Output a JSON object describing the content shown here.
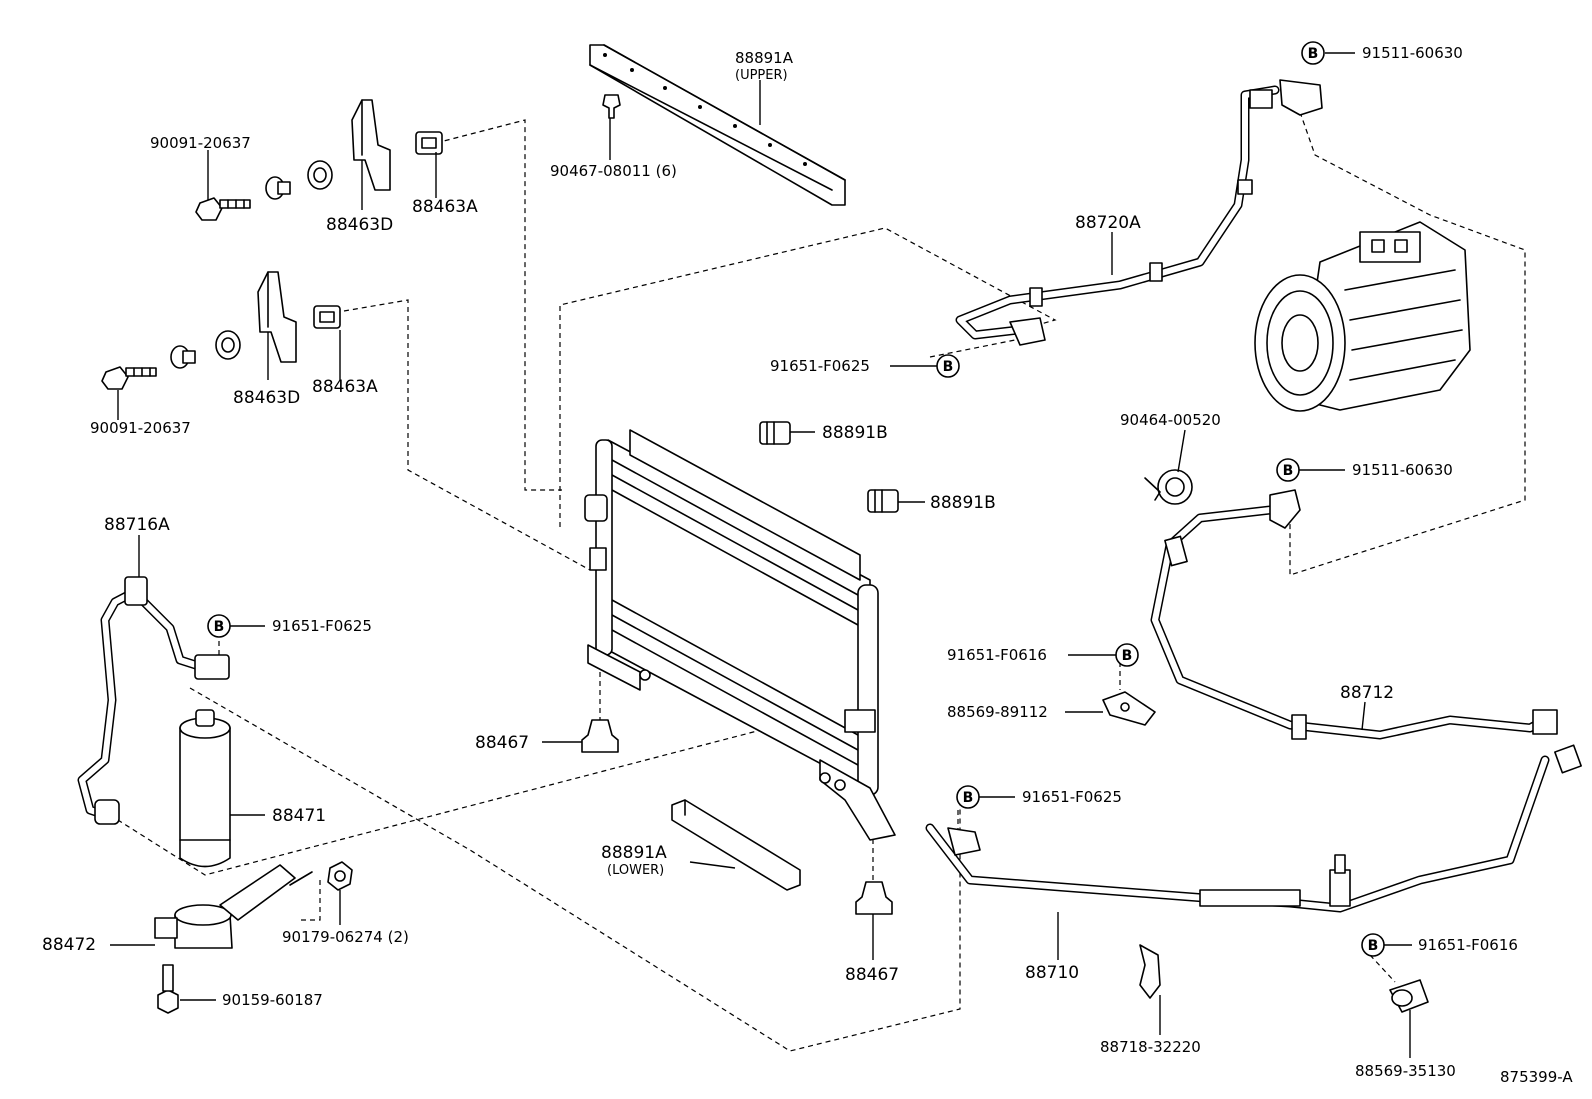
{
  "diagram": {
    "ref_code": "875399-A",
    "callout_letter": "B",
    "labels": {
      "upper_bracket": "88891A",
      "upper_note": "(UPPER)",
      "clip_upper": "90467-08011 (6)",
      "bolt_top": "90091-20637",
      "bolt_mid": "90091-20637",
      "bracket_d_top": "88463D",
      "bracket_d_mid": "88463D",
      "clip_a_top": "88463A",
      "clip_a_mid": "88463A",
      "hose_720a": "88720A",
      "bolt_b_top": "91511-60630",
      "bolt_b_left": "91651-F0625",
      "seal_891b_1": "88891B",
      "seal_891b_2": "88891B",
      "clamp_520": "90464-00520",
      "bolt_b_right": "91511-60630",
      "pipe_716a": "88716A",
      "bolt_b_dryer": "91651-F0625",
      "bolt_b_616": "91651-F0616",
      "clamp_112": "88569-89112",
      "hose_712": "88712",
      "cushion_467_left": "88467",
      "dryer": "88471",
      "bolt_b_710": "91651-F0625",
      "lower_bracket": "88891A",
      "lower_note": "(LOWER)",
      "bracket_472": "88472",
      "nut_274": "90179-06274 (2)",
      "bolt_187": "90159-60187",
      "cushion_467_right": "88467",
      "pipe_710": "88710",
      "bolt_b_616_2": "91651-F0616",
      "clamp_220": "88718-32220",
      "clamp_130": "88569-35130"
    }
  }
}
